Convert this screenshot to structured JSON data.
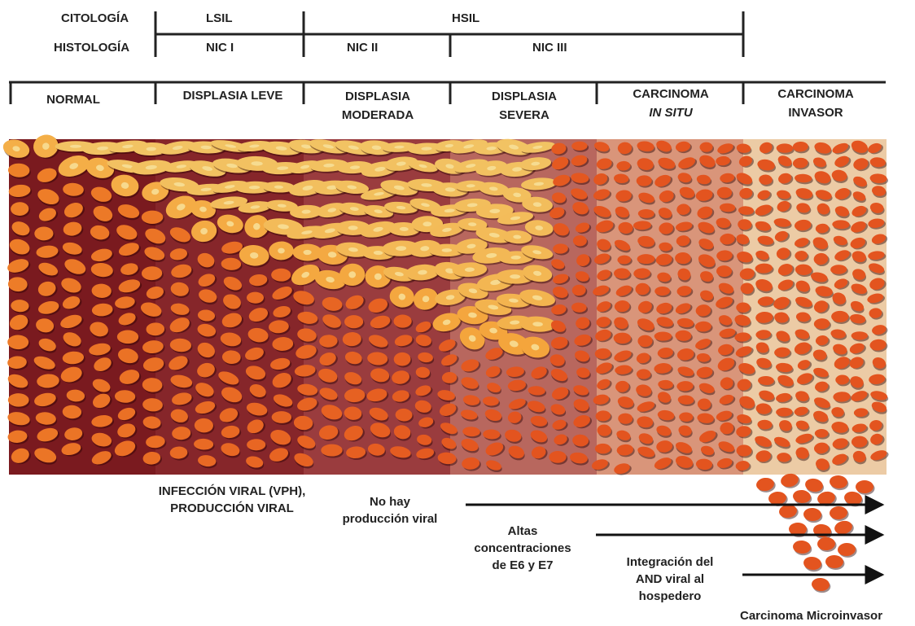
{
  "classification": {
    "cytology_label": "CITOLOGÍA",
    "histology_label": "HISTOLOGÍA",
    "lsil": "LSIL",
    "hsil": "HSIL",
    "nic1": "NIC I",
    "nic2": "NIC II",
    "nic3": "NIC III"
  },
  "stages": [
    {
      "line1": "NORMAL",
      "line2": ""
    },
    {
      "line1": "DISPLASIA LEVE",
      "line2": ""
    },
    {
      "line1": "DISPLASIA",
      "line2": "MODERADA"
    },
    {
      "line1": "DISPLASIA",
      "line2": "SEVERA"
    },
    {
      "line1": "CARCINOMA",
      "line2": "IN SITU"
    },
    {
      "line1": "CARCINOMA",
      "line2": "INVASOR"
    }
  ],
  "annotations": {
    "viral_infection_1": "INFECCIÓN VIRAL (VPH),",
    "viral_infection_2": "PRODUCCIÓN VIRAL",
    "no_production_1": "No hay",
    "no_production_2": "producción viral",
    "e6e7_1": "Altas",
    "e6e7_2": "concentraciones",
    "e6e7_3": "de E6 y E7",
    "integration_1": "Integración del",
    "integration_2": "AND viral al",
    "integration_3": "hospedero",
    "microinvasive": "Carcinoma Microinvasor"
  },
  "colors": {
    "panel_backgrounds": [
      "#7a1a1f",
      "#86262a",
      "#9a3c3e",
      "#b8675e",
      "#d9957a",
      "#eccba5"
    ],
    "mature_cell": "#f2c464",
    "intermediate_cell": "#f59a2e",
    "dysplastic_cell": "#e3541f",
    "nucleus": "#f7e09a",
    "line": "#222222"
  }
}
